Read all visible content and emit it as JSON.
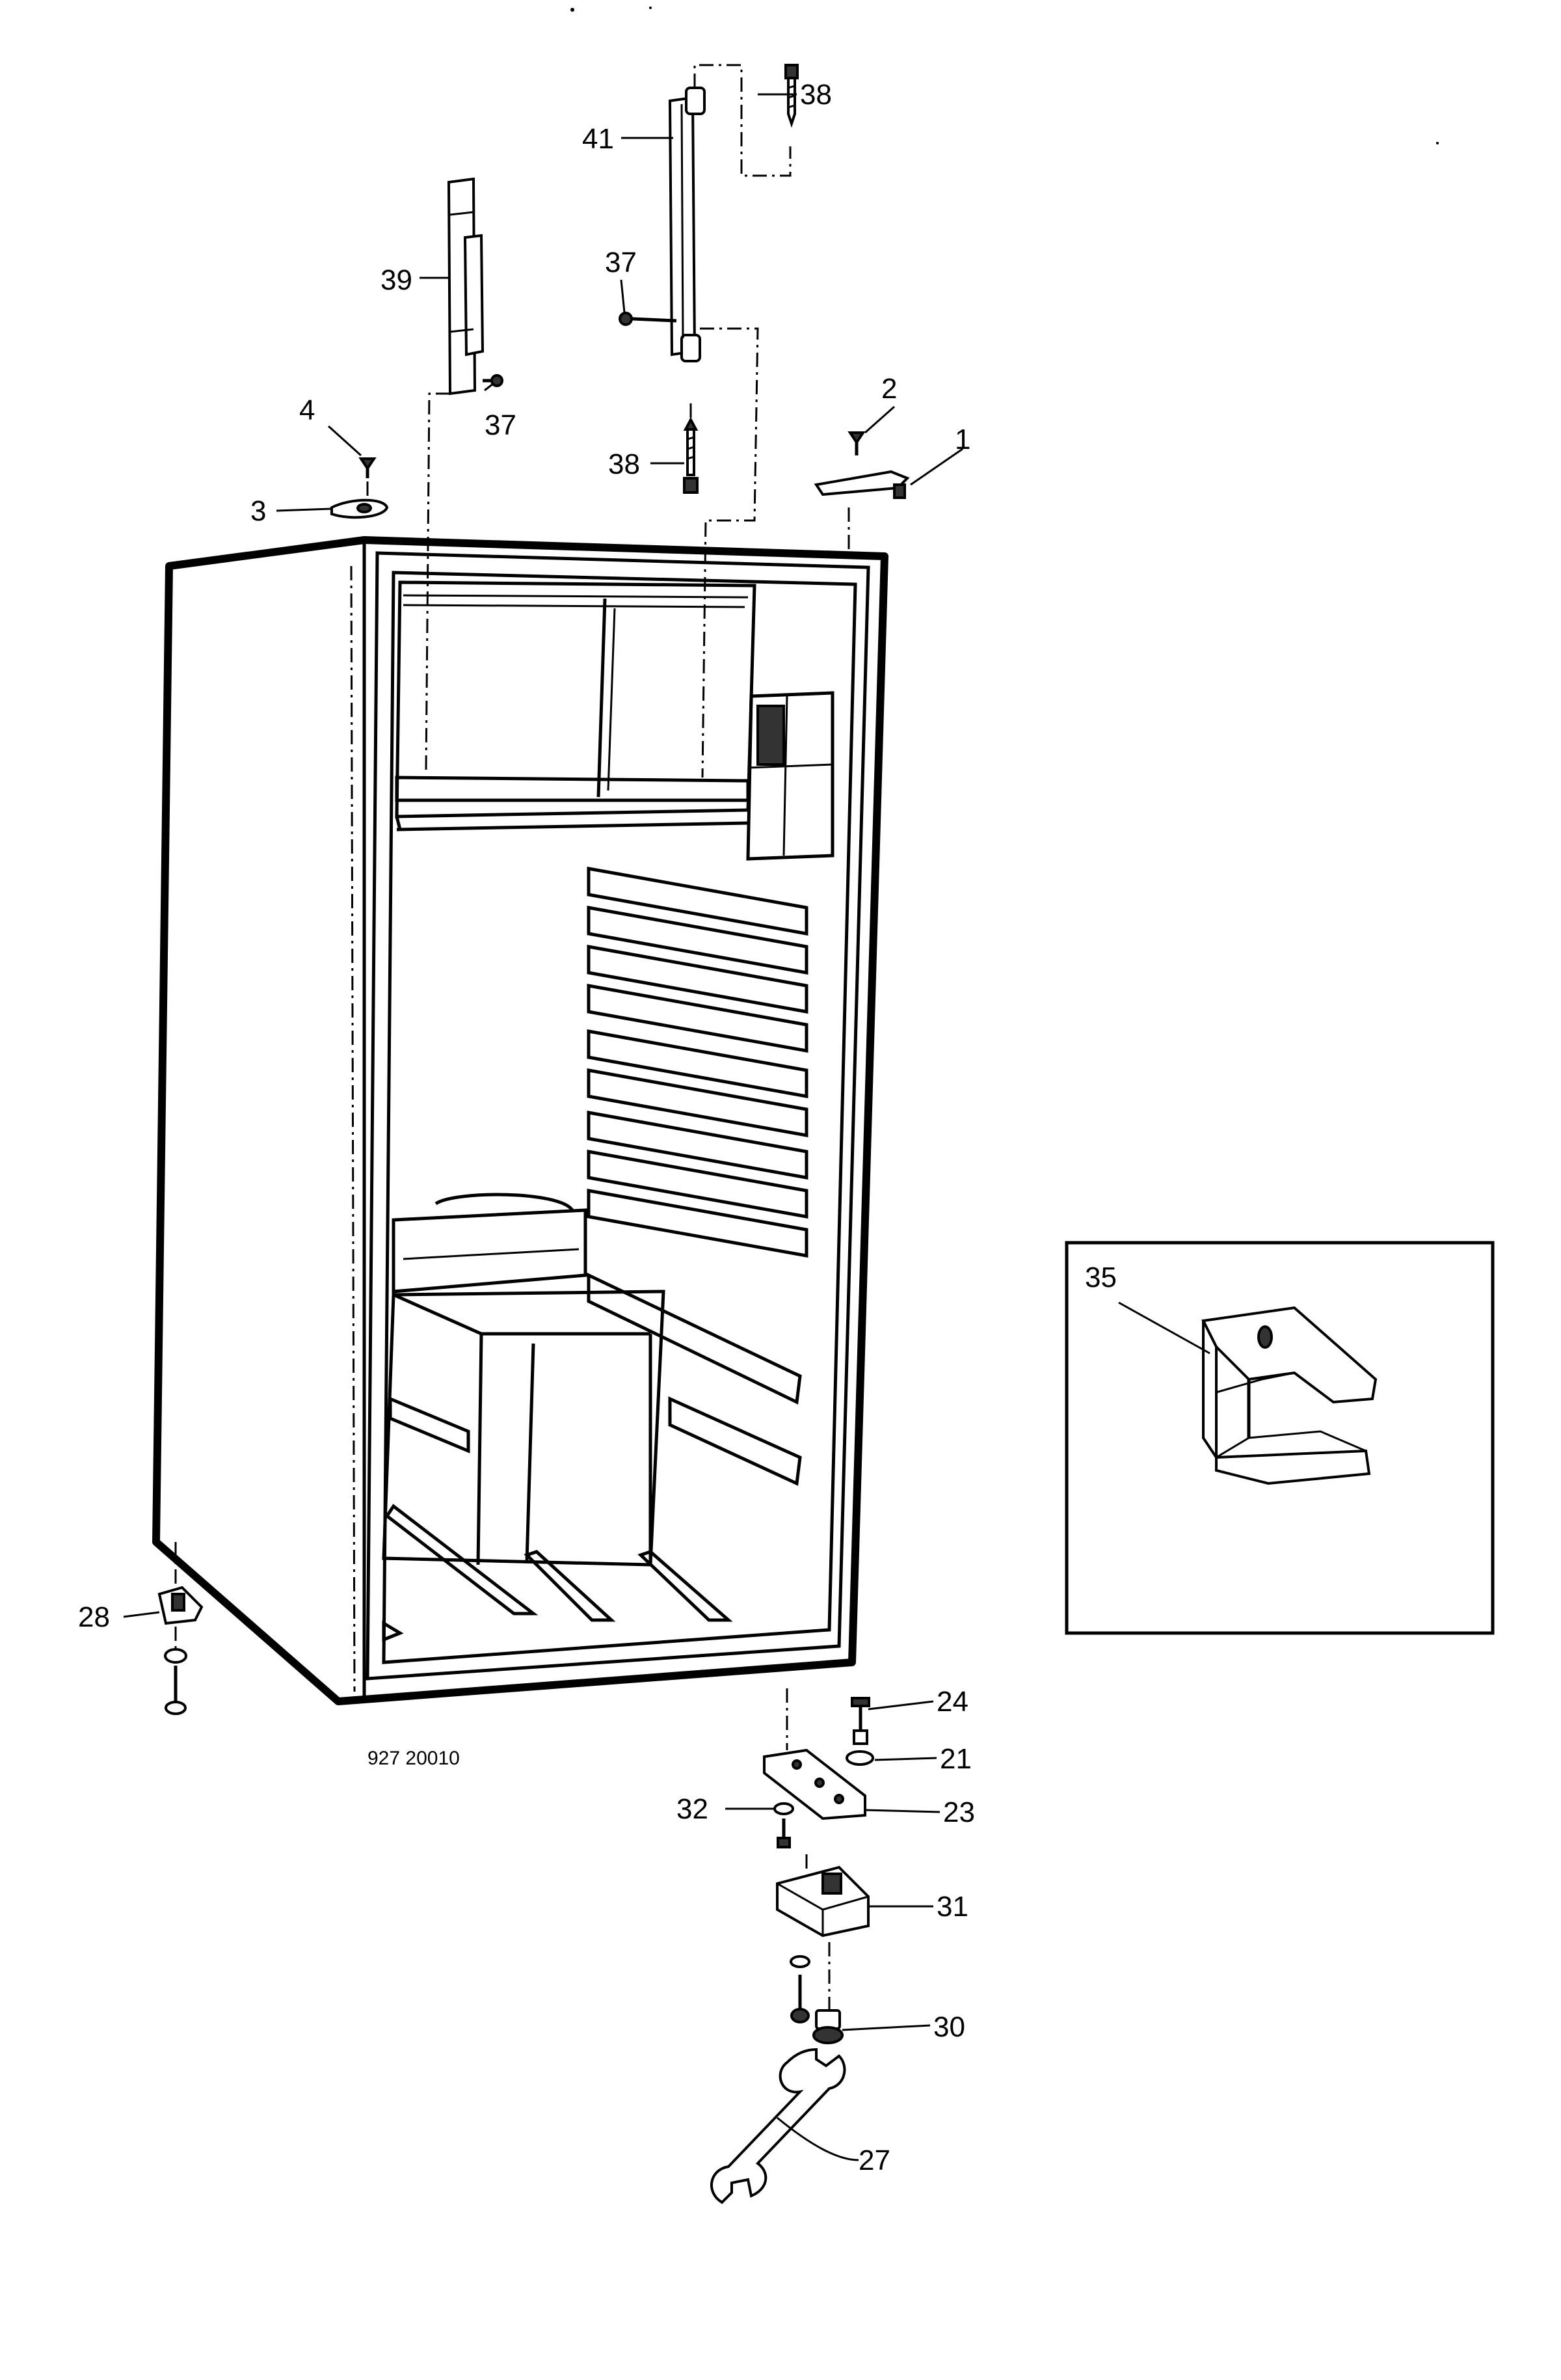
{
  "drawing_code": "927 20010",
  "callouts": [
    {
      "id": "1",
      "text": "1"
    },
    {
      "id": "2",
      "text": "2"
    },
    {
      "id": "3",
      "text": "3"
    },
    {
      "id": "4",
      "text": "4"
    },
    {
      "id": "21",
      "text": "21"
    },
    {
      "id": "23",
      "text": "23"
    },
    {
      "id": "24",
      "text": "24"
    },
    {
      "id": "27",
      "text": "27"
    },
    {
      "id": "28",
      "text": "28"
    },
    {
      "id": "30",
      "text": "30"
    },
    {
      "id": "31",
      "text": "31"
    },
    {
      "id": "32",
      "text": "32"
    },
    {
      "id": "35",
      "text": "35"
    },
    {
      "id": "37a",
      "text": "37"
    },
    {
      "id": "37b",
      "text": "37"
    },
    {
      "id": "38a",
      "text": "38"
    },
    {
      "id": "38b",
      "text": "38"
    },
    {
      "id": "39",
      "text": "39"
    },
    {
      "id": "41",
      "text": "41"
    }
  ]
}
